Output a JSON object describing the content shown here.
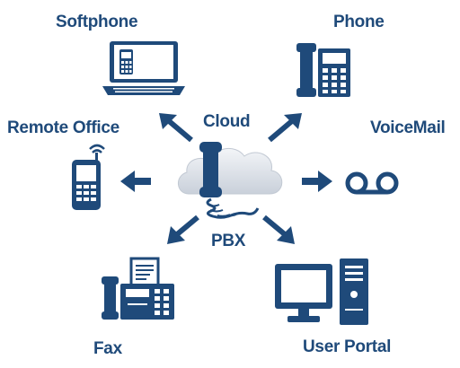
{
  "colors": {
    "primary": "#1f4a7a",
    "cloud": "#e4e8ee",
    "background": "#ffffff"
  },
  "center": {
    "top_label": "Cloud",
    "bottom_label": "PBX",
    "icon": "cloud-handset-icon"
  },
  "nodes": {
    "softphone": {
      "label": "Softphone",
      "icon": "laptop-phone-icon"
    },
    "phone": {
      "label": "Phone",
      "icon": "desk-phone-icon"
    },
    "remote_office": {
      "label": "Remote Office",
      "icon": "mobile-phone-icon"
    },
    "voicemail": {
      "label": "VoiceMail",
      "icon": "voicemail-icon"
    },
    "fax": {
      "label": "Fax",
      "icon": "fax-machine-icon"
    },
    "user_portal": {
      "label": "User Portal",
      "icon": "desktop-computer-icon"
    }
  }
}
